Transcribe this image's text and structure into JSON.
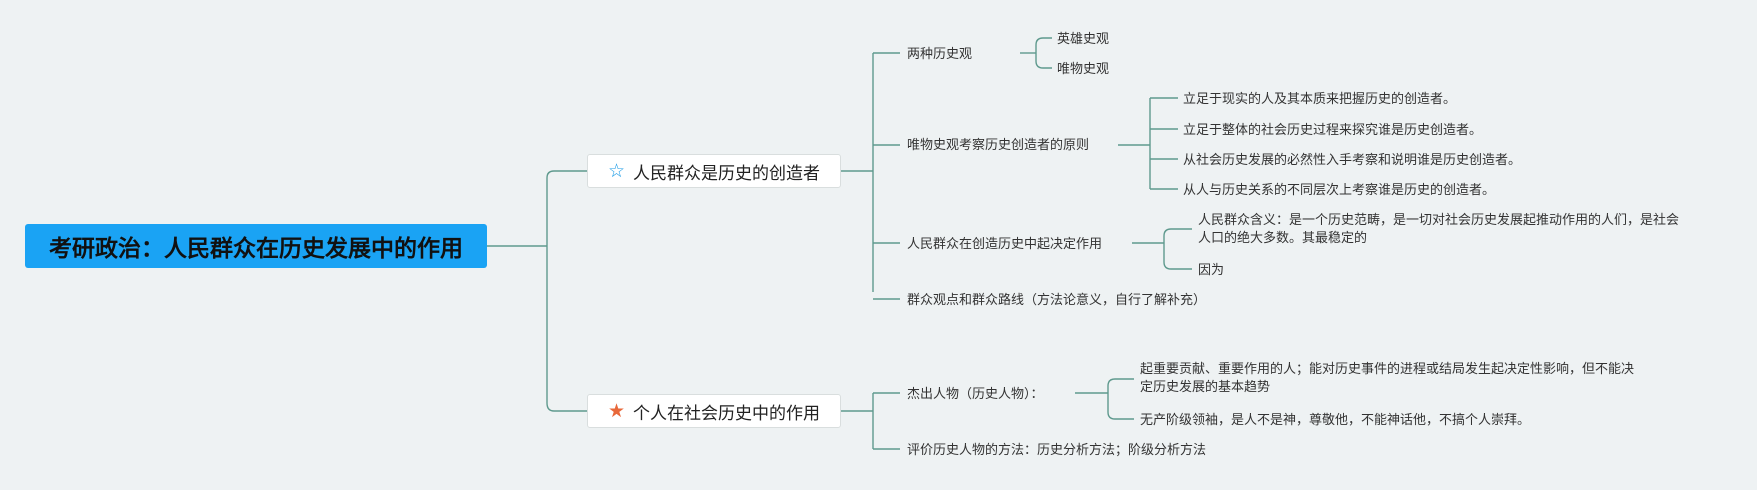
{
  "root": {
    "label": "考研政治：人民群众在历史发展中的作用"
  },
  "branches": [
    {
      "label": "人民群众是历史的创造者",
      "icon": "star-outline-icon",
      "icon_color": "#1a9be6",
      "children": [
        {
          "label": "两种历史观",
          "children": [
            "英雄史观",
            "唯物史观"
          ]
        },
        {
          "label": "唯物史观考察历史创造者的原则",
          "children": [
            "立足于现实的人及其本质来把握历史的创造者。",
            "立足于整体的社会历史过程来探究谁是历史创造者。",
            "从社会历史发展的必然性入手考察和说明谁是历史创造者。",
            "从人与历史关系的不同层次上考察谁是历史的创造者。"
          ]
        },
        {
          "label": "人民群众在创造历史中起决定作用",
          "children": [
            "人民群众含义：是一个历史范畴，是一切对社会历史发展起推动作用的人们，是社会人口的绝大多数。其最稳定的",
            "因为"
          ]
        },
        {
          "label": "群众观点和群众路线（方法论意义，自行了解补充）",
          "children": []
        }
      ]
    },
    {
      "label": "个人在社会历史中的作用",
      "icon": "star-filled-icon",
      "icon_color": "#e8683a",
      "children": [
        {
          "label": "杰出人物（历史人物）：",
          "children": [
            "起重要贡献、重要作用的人；能对历史事件的进程或结局发生起决定性影响，但不能决定历史发展的基本趋势",
            "无产阶级领袖，是人不是神，尊敬他，不能神话他，不搞个人崇拜。"
          ]
        },
        {
          "label": "评价历史人物的方法：历史分析方法；阶级分析方法",
          "children": []
        }
      ]
    }
  ],
  "colors": {
    "line": "#5f9a8e",
    "root_bg": "#1aa3f4"
  }
}
